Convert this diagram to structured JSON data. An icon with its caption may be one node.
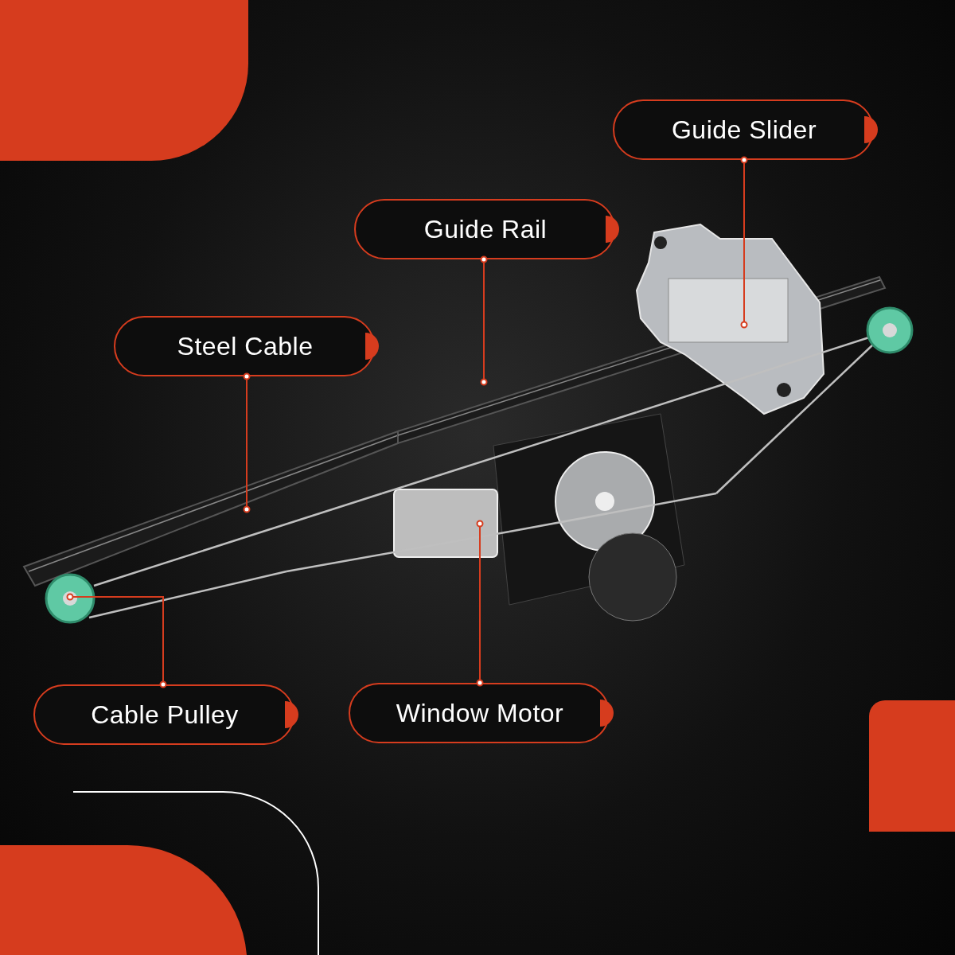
{
  "diagram": {
    "nodes": [
      {
        "text": [
          "Guide Slider"
        ]
      },
      {
        "text": [],
        "shape": "picture"
      },
      {
        "text": [
          "Guide Rail"
        ]
      },
      {
        "text": [],
        "shape": "picture"
      },
      {
        "text": [
          "Steel Cable"
        ]
      },
      {
        "text": [],
        "shape": "picture"
      },
      {
        "text": [
          "Cable Pulley"
        ]
      },
      {
        "text": [],
        "shape": "picture"
      },
      {
        "text": [
          "Window Motor"
        ]
      },
      {
        "text": [],
        "shape": "picture"
      }
    ],
    "edges": [
      {
        "from": 0,
        "to": 1,
        "arrow": "other"
      },
      {
        "from": 2,
        "to": 3,
        "arrow": "other"
      },
      {
        "from": 4,
        "to": 5,
        "arrow": "other"
      },
      {
        "from": 6,
        "to": 7,
        "arrow": "other"
      },
      {
        "from": 8,
        "to": 9,
        "arrow": "other"
      }
    ]
  }
}
